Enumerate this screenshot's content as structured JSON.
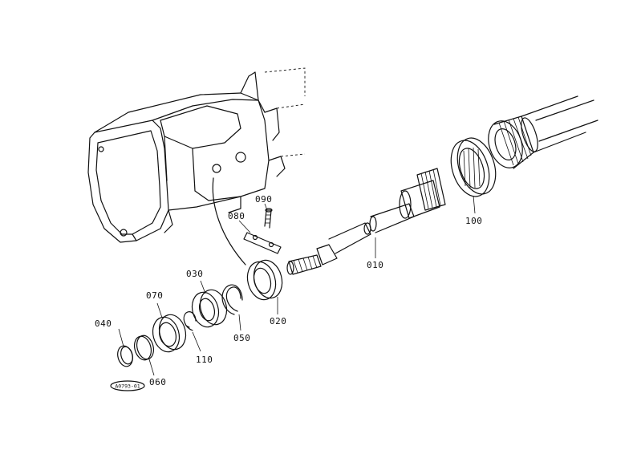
{
  "diagram": {
    "part_labels": {
      "p010": "010",
      "p020": "020",
      "p030": "030",
      "p040": "040",
      "p050": "050",
      "p060": "060",
      "p070": "070",
      "p080": "080",
      "p090": "090",
      "p100": "100",
      "p110": "110"
    },
    "drawing_code": "A0793-01"
  }
}
